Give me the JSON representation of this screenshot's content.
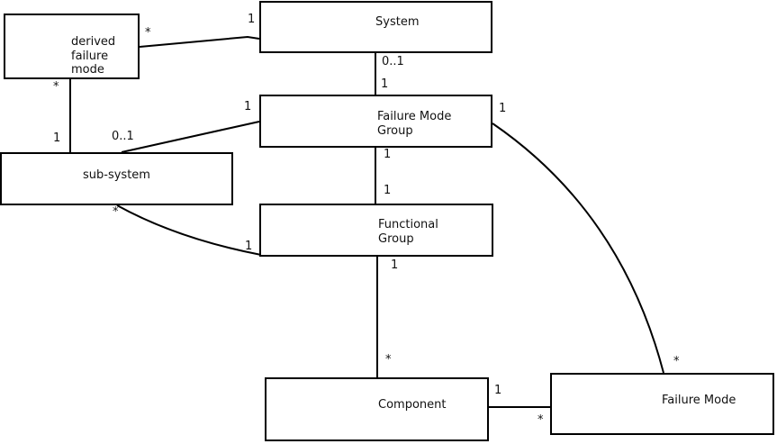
{
  "diagram": {
    "type": "uml-class-association-diagram",
    "colors": {
      "stroke": "#000000",
      "background": "#ffffff",
      "text": "#111111"
    },
    "nodes": [
      {
        "id": "derived-failure-mode",
        "label": "derived\nfailure\nmode"
      },
      {
        "id": "system",
        "label": "System"
      },
      {
        "id": "failure-mode-group",
        "label": "Failure Mode\nGroup"
      },
      {
        "id": "sub-system",
        "label": "sub-system"
      },
      {
        "id": "functional-group",
        "label": "Functional\nGroup"
      },
      {
        "id": "component",
        "label": "Component"
      },
      {
        "id": "failure-mode",
        "label": "Failure Mode"
      }
    ],
    "edges": [
      {
        "source": "derived-failure-mode",
        "target": "system",
        "source_mult": "*",
        "target_mult": "1"
      },
      {
        "source": "derived-failure-mode",
        "target": "sub-system",
        "source_mult": "*",
        "target_mult": "1"
      },
      {
        "source": "system",
        "target": "failure-mode-group",
        "source_mult": "0..1",
        "target_mult": "1"
      },
      {
        "source": "sub-system",
        "target": "failure-mode-group",
        "source_mult": "0..1",
        "target_mult": "1"
      },
      {
        "source": "failure-mode-group",
        "target": "functional-group",
        "source_mult": "1",
        "target_mult": "1"
      },
      {
        "source": "sub-system",
        "target": "functional-group",
        "source_mult": "*",
        "target_mult": "1"
      },
      {
        "source": "functional-group",
        "target": "component",
        "source_mult": "1",
        "target_mult": "*"
      },
      {
        "source": "component",
        "target": "failure-mode",
        "source_mult": "1",
        "target_mult": "*"
      },
      {
        "source": "failure-mode-group",
        "target": "failure-mode",
        "source_mult": "1",
        "target_mult": "*"
      }
    ]
  }
}
